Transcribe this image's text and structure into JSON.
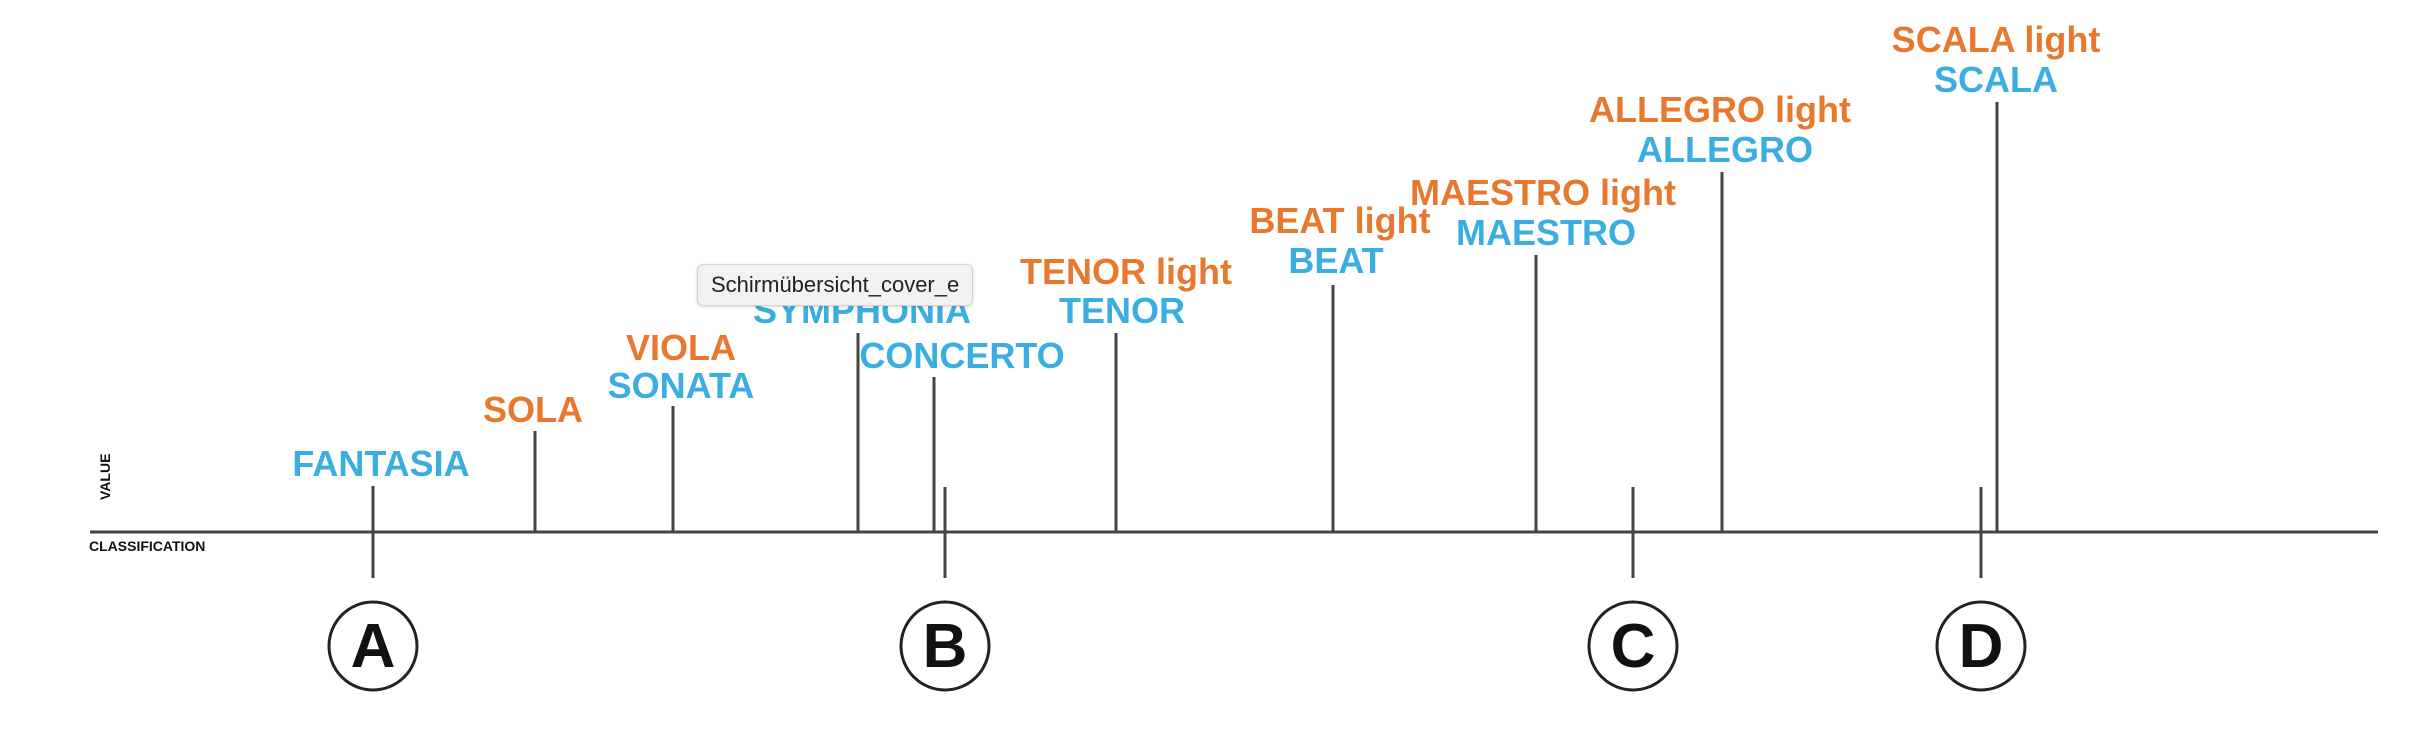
{
  "axis": {
    "value_label": "VALUE",
    "classification_label": "CLASSIFICATION"
  },
  "classes": [
    "A",
    "B",
    "C",
    "D"
  ],
  "products": [
    {
      "orange": "",
      "blue": "FANTASIA"
    },
    {
      "orange": "SOLA",
      "blue": ""
    },
    {
      "orange": "VIOLA",
      "blue": "SONATA"
    },
    {
      "orange": "",
      "blue": "SYMPHONIA"
    },
    {
      "orange": "",
      "blue": "CONCERTO"
    },
    {
      "orange": "TENOR light",
      "blue": "TENOR"
    },
    {
      "orange": "BEAT light",
      "blue": "BEAT"
    },
    {
      "orange": "MAESTRO light",
      "blue": "MAESTRO"
    },
    {
      "orange": "ALLEGRO light",
      "blue": "ALLEGRO"
    },
    {
      "orange": "SCALA light",
      "blue": "SCALA"
    }
  ],
  "tooltip": "Schirmübersicht_cover_e",
  "colors": {
    "orange": "#e8782d",
    "blue": "#3aaee0",
    "line": "#444444"
  }
}
